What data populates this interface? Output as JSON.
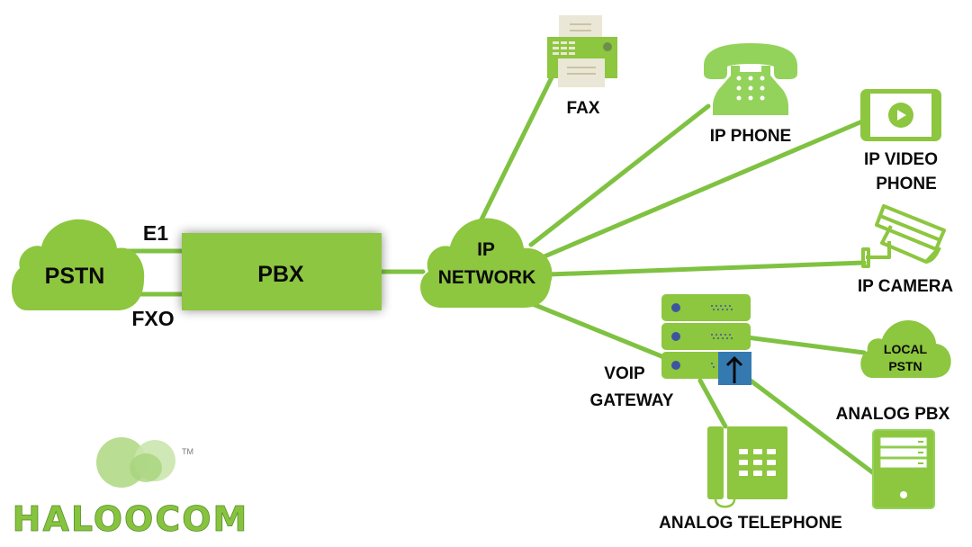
{
  "diagram": {
    "title": "VoIP network topology",
    "colors": {
      "green": "#8dc63f",
      "light_green": "#93d35b",
      "line_green": "#7fc241",
      "paper": "#ebe7d6",
      "paper_line": "#c9c3a6",
      "gateway_dot": "#3d55a0",
      "gateway_port": "#3579b1",
      "text": "#0a0a0a"
    },
    "nodes": {
      "pstn": {
        "label": "PSTN"
      },
      "pbx": {
        "label": "PBX"
      },
      "ip_network": {
        "label_line1": "IP",
        "label_line2": "NETWORK"
      },
      "fax": {
        "label": "FAX"
      },
      "ip_phone": {
        "label": "IP PHONE"
      },
      "ip_video_phone": {
        "label_line1": "IP VIDEO",
        "label_line2": "PHONE"
      },
      "ip_camera": {
        "label": "IP CAMERA"
      },
      "voip_gateway": {
        "label_line1": "VOIP",
        "label_line2": "GATEWAY"
      },
      "local_pstn": {
        "label_line1": "LOCAL",
        "label_line2": "PSTN"
      },
      "analog_pbx": {
        "label": "ANALOG PBX"
      },
      "analog_telephone": {
        "label": "ANALOG TELEPHONE"
      }
    },
    "links": {
      "e1": {
        "label": "E1"
      },
      "fxo": {
        "label": "FXO"
      }
    },
    "edges": [
      {
        "from": "pstn",
        "to": "pbx",
        "label": "E1"
      },
      {
        "from": "pstn",
        "to": "pbx",
        "label": "FXO"
      },
      {
        "from": "pbx",
        "to": "ip_network"
      },
      {
        "from": "ip_network",
        "to": "fax"
      },
      {
        "from": "ip_network",
        "to": "ip_phone"
      },
      {
        "from": "ip_network",
        "to": "ip_video_phone"
      },
      {
        "from": "ip_network",
        "to": "ip_camera"
      },
      {
        "from": "ip_network",
        "to": "voip_gateway"
      },
      {
        "from": "voip_gateway",
        "to": "local_pstn"
      },
      {
        "from": "voip_gateway",
        "to": "analog_pbx"
      },
      {
        "from": "voip_gateway",
        "to": "analog_telephone"
      }
    ]
  },
  "logo": {
    "name": "HALOOCOM",
    "trademark": "TM"
  }
}
